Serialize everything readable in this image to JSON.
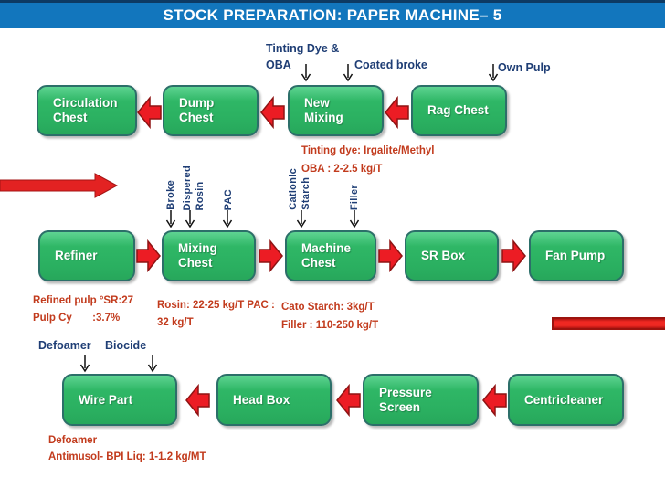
{
  "title": "STOCK PREPARATION: PAPER MACHINE– 5",
  "flow": {
    "top_row": [
      "Circulation\nChest",
      "Dump\nChest",
      "New\nMixing",
      "Rag Chest"
    ],
    "middle_row": [
      "Refiner",
      "Mixing\nChest",
      "Machine\nChest",
      "SR Box",
      "Fan Pump"
    ],
    "bottom_row": [
      "Wire Part",
      "Head Box",
      "Pressure\nScreen",
      "Centricleaner"
    ],
    "vertical_labels": [
      "Broke",
      "Dispered\nRosin",
      "PAC",
      "Cationic\nStarch",
      "Filler"
    ]
  },
  "annotations": {
    "tinting_dye_oba": "Tinting Dye &\nOBA",
    "coated_broke": "Coated broke",
    "own_pulp": "Own Pulp",
    "tinting_note": "Tinting dye: Irgalite/Methyl\nOBA : 2-2.5 kg/T",
    "refined_pulp_note": "Refined pulp °SR:27\nPulp Cy       :3.7%",
    "rosin_note": "Rosin: 22-25 kg/T PAC :\n32 kg/T",
    "starch_filler_note": "Cato Starch: 3kg/T\nFiller : 110-250 kg/T",
    "defoamer": "Defoamer",
    "biocide": "Biocide",
    "defoamer_note": "Defoamer\nAntimusol- BPI Liq: 1-1.2 kg/MT"
  },
  "colors": {
    "title_bar_blue": "#1276bd",
    "title_top_strip": "#0d3a63",
    "box_green": "#2eb564",
    "box_border_teal": "#2c6f69",
    "arrow_red": "#ec1c24",
    "note_red": "#c23b1d",
    "label_navy": "#1f3e75"
  }
}
